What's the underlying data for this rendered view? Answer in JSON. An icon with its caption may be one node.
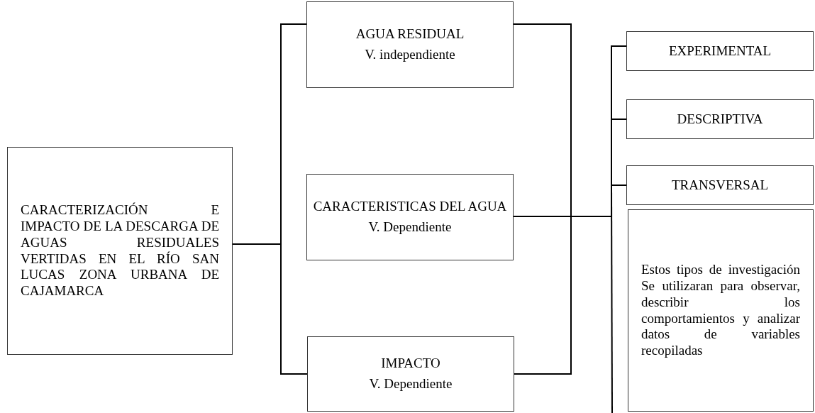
{
  "diagram": {
    "nodes": [
      {
        "text": [
          "CARACTERIZACIÓN E IMPACTO DE LA DESCARGA DE AGUAS RESIDUALES VERTIDAS EN EL RÍO SAN LUCAS ZONA URBANA DE CAJAMARCA"
        ]
      },
      {
        "text": [
          "AGUA RESIDUAL",
          "V. independiente"
        ]
      },
      {
        "text": [
          "CARACTERISTICAS DEL AGUA",
          "V. Dependiente"
        ]
      },
      {
        "text": [
          "IMPACTO",
          "V. Dependiente"
        ]
      },
      {
        "text": [
          "EXPERIMENTAL"
        ]
      },
      {
        "text": [
          "DESCRIPTIVA"
        ]
      },
      {
        "text": [
          "TRANSVERSAL"
        ]
      },
      {
        "text": [
          "Estos tipos de investigación Se utilizaran para observar, describir los comportamientos y analizar datos de variables recopiladas"
        ]
      }
    ],
    "edges": [
      {
        "from": 0,
        "to": 1,
        "arrow": "none"
      },
      {
        "from": 0,
        "to": 3,
        "arrow": "none"
      },
      {
        "from": 1,
        "to": 3,
        "arrow": "none"
      },
      {
        "from": 2,
        "to": 4,
        "arrow": "none"
      },
      {
        "from": 2,
        "to": 5,
        "arrow": "none"
      },
      {
        "from": 2,
        "to": 6,
        "arrow": "none"
      }
    ]
  }
}
